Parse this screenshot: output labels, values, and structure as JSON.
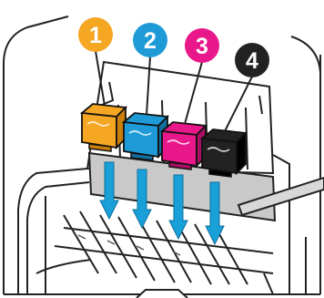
{
  "cartridges": [
    {
      "label": "1",
      "color": "#f5a623",
      "dark": "#c97f0a",
      "badge_text_color": "#ffffff"
    },
    {
      "label": "2",
      "color": "#1e9bd7",
      "dark": "#136f9f",
      "badge_text_color": "#ffffff"
    },
    {
      "label": "3",
      "color": "#e8178a",
      "dark": "#a80e63",
      "badge_text_color": "#ffffff"
    },
    {
      "label": "4",
      "color": "#222222",
      "dark": "#000000",
      "badge_text_color": "#ffffff"
    }
  ],
  "arrow_color": "#1aa0d8"
}
